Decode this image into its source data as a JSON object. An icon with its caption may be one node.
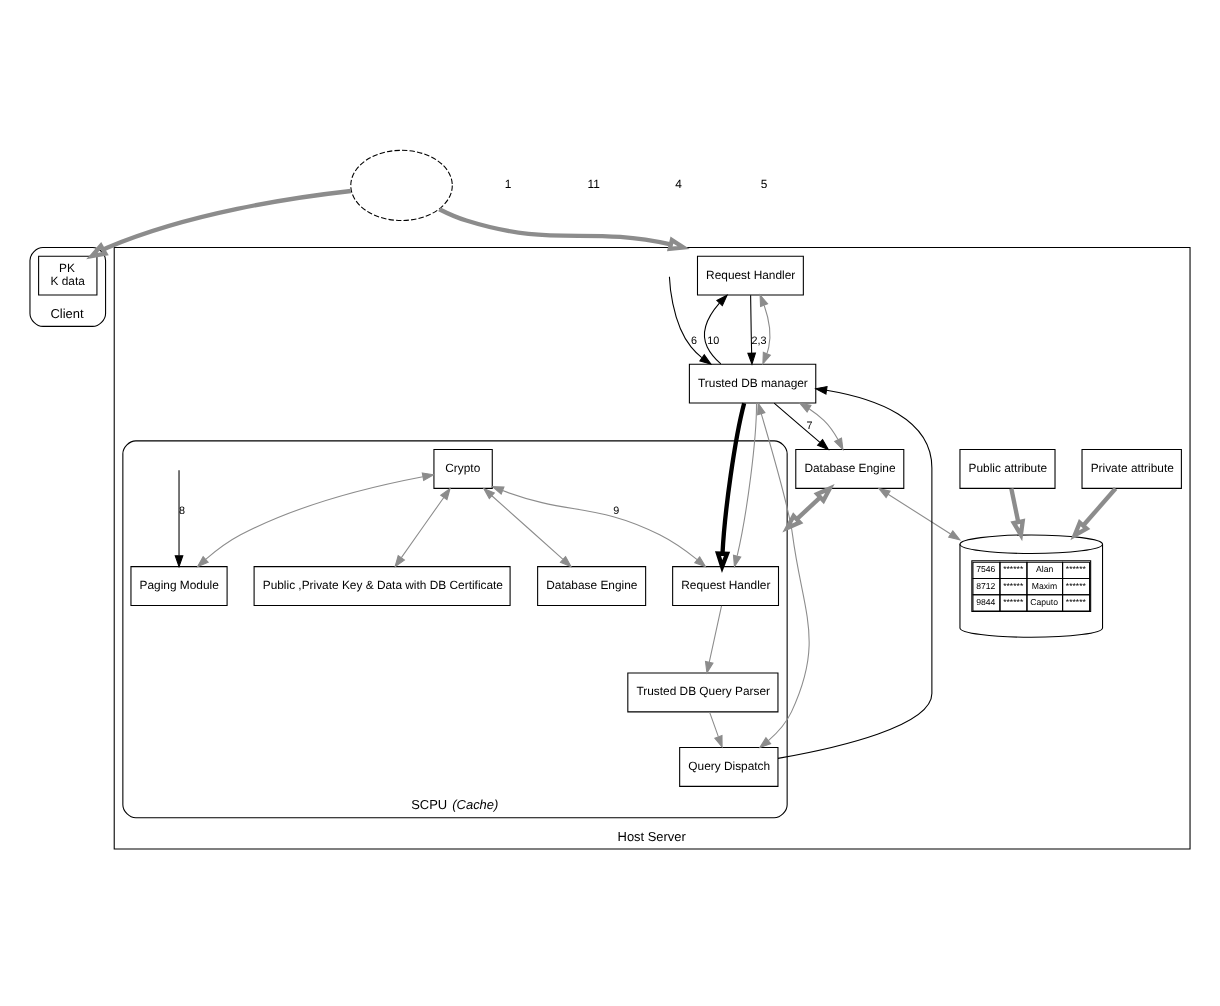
{
  "diagram": {
    "nodes": [
      {
        "text": [
          "Client"
        ]
      },
      {
        "text": [
          "PK",
          "K data"
        ],
        "in": 0
      },
      {
        "text": [],
        "shape": "cloud"
      },
      {
        "text": [
          "Host Server"
        ]
      },
      {
        "text": [
          "Request Handler"
        ],
        "in": 3
      },
      {
        "text": [
          "Trusted DB manager"
        ],
        "in": 3
      },
      {
        "text": [
          "Database Engine"
        ],
        "in": 3
      },
      {
        "text": [
          "SCPU *(Cache)*"
        ],
        "in": 3
      },
      {
        "text": [
          "Request Handler"
        ],
        "in": 7
      },
      {
        "text": [
          "Trusted DB Query Parser"
        ],
        "in": 7
      },
      {
        "text": [
          "Query Dispatch"
        ],
        "in": 7
      },
      {
        "text": [
          "Paging Module"
        ],
        "in": 7
      },
      {
        "text": [
          "Crypto"
        ],
        "in": 7
      },
      {
        "text": [
          "Database Engine"
        ],
        "in": 7
      },
      {
        "text": [
          "Public ,Private Key & Data with DB Certificate"
        ],
        "in": 7
      },
      {
        "text": [
          "7546",
          "******",
          "Alan",
          "******",
          "8712",
          "******",
          "Maxim",
          "******",
          "9844",
          "******",
          "Caputo",
          "******"
        ],
        "in": 3
      },
      {
        "text": [
          "Public attribute"
        ],
        "in": 3
      },
      {
        "text": [
          "Private attribute"
        ],
        "in": 3
      }
    ],
    "edges": [
      {
        "from": 2,
        "to": 1,
        "arrow": "to",
        "style": "thick"
      },
      {
        "from": 2,
        "to": 3,
        "arrow": "to",
        "style": "thick"
      },
      {
        "from": 5,
        "to": 4,
        "arrow": "to",
        "label": "10",
        "color": "#000000"
      },
      {
        "from": 4,
        "to": 5,
        "arrow": "to",
        "label": "2,3",
        "color": "#000000"
      },
      {
        "from": 4,
        "to": 5,
        "arrow": "both"
      },
      {
        "from": 5,
        "to": 8,
        "arrow": "to",
        "style": "thick",
        "color": "#000000"
      },
      {
        "from": 5,
        "to": 8,
        "arrow": "to"
      },
      {
        "from": 5,
        "to": 6,
        "arrow": "both"
      },
      {
        "from": 5,
        "to": 6,
        "arrow": "to",
        "label": "7",
        "color": "#000000"
      },
      {
        "from": 6,
        "to": 7,
        "arrow": "both",
        "style": "thick"
      },
      {
        "from": 8,
        "to": 9,
        "arrow": "to"
      },
      {
        "from": 9,
        "to": 10,
        "arrow": "to"
      },
      {
        "from": 10,
        "to": 5,
        "arrow": "to",
        "color": "#000000"
      },
      {
        "from": null,
        "to": 5,
        "arrow": "to",
        "label": "6",
        "color": "#000000"
      },
      {
        "from": 5,
        "to": 10,
        "arrow": "both"
      },
      {
        "from": 12,
        "to": 8,
        "arrow": "both",
        "label": "9"
      },
      {
        "from": null,
        "to": 11,
        "arrow": "to",
        "label": "8",
        "color": "#000000"
      },
      {
        "from": 12,
        "to": 11,
        "arrow": "both"
      },
      {
        "from": 12,
        "to": 13,
        "arrow": "both"
      },
      {
        "from": 12,
        "to": 14,
        "arrow": "both"
      },
      {
        "from": 6,
        "to": 15,
        "arrow": "both"
      },
      {
        "from": 16,
        "to": 15,
        "arrow": "to",
        "style": "thick"
      },
      {
        "from": 17,
        "to": 15,
        "arrow": "to",
        "style": "thick"
      }
    ],
    "labels": [
      "1",
      "11",
      "4",
      "5"
    ]
  }
}
